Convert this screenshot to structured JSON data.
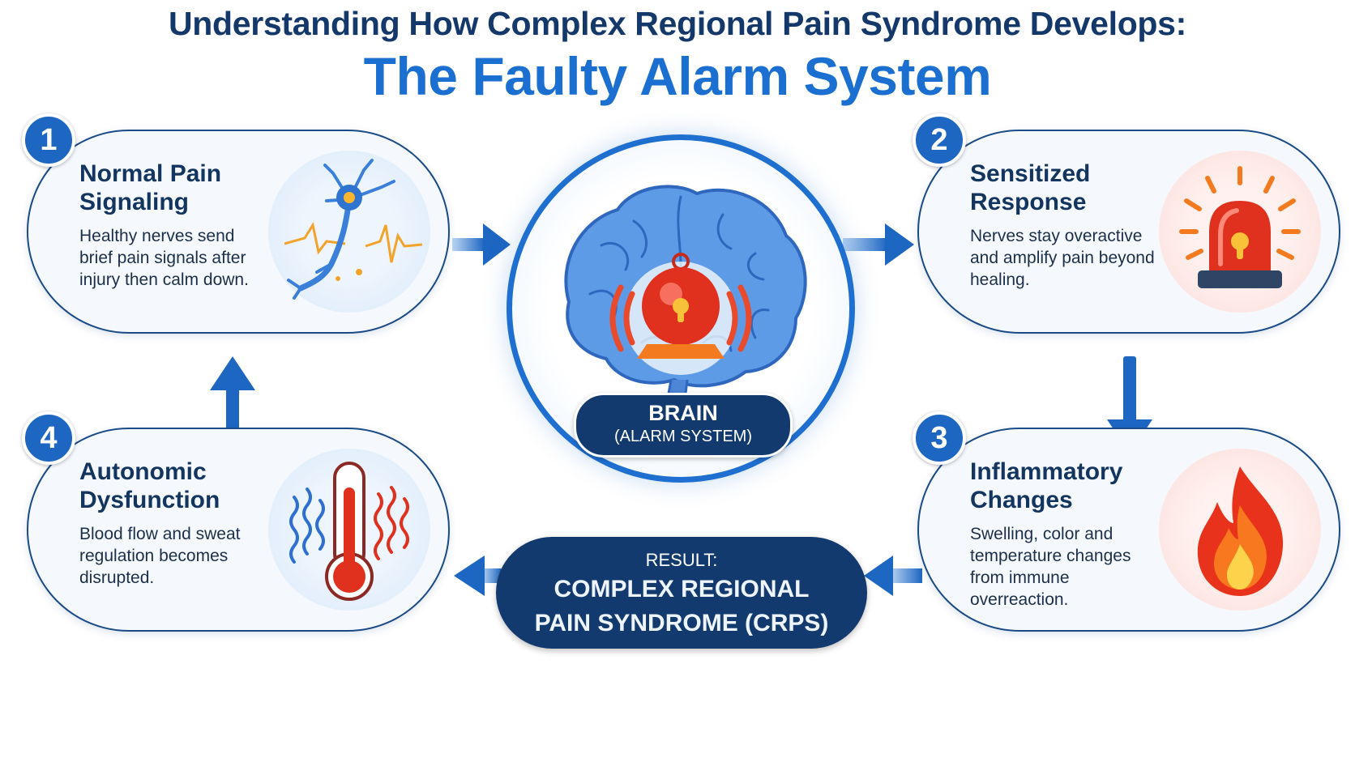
{
  "header": {
    "title": "Understanding How Complex Regional Pain Syndrome Develops:",
    "subtitle": "The Faulty Alarm System"
  },
  "center": {
    "label_title": "BRAIN",
    "label_subtitle": "(ALARM SYSTEM)"
  },
  "result": {
    "kicker": "RESULT:",
    "line1": "COMPLEX REGIONAL",
    "line2": "PAIN SYNDROME (CRPS)"
  },
  "steps": [
    {
      "number": "1",
      "title": "Normal Pain Signaling",
      "description": "Healthy nerves send brief pain signals after injury then calm down.",
      "icon": "neuron-icon"
    },
    {
      "number": "2",
      "title": "Sensitized Response",
      "description": "Nerves stay overactive and amplify pain beyond healing.",
      "icon": "siren-icon"
    },
    {
      "number": "3",
      "title": "Inflammatory Changes",
      "description": "Swelling, color and temperature changes from immune overreaction.",
      "icon": "flame-icon"
    },
    {
      "number": "4",
      "title": "Autonomic Dysfunction",
      "description": "Blood flow and sweat regulation becomes disrupted.",
      "icon": "thermometer-icon"
    }
  ],
  "colors": {
    "navy": "#123a6e",
    "accent_blue": "#1d66c2",
    "alarm_red": "#e0311f",
    "flame_orange": "#f46a1c"
  }
}
